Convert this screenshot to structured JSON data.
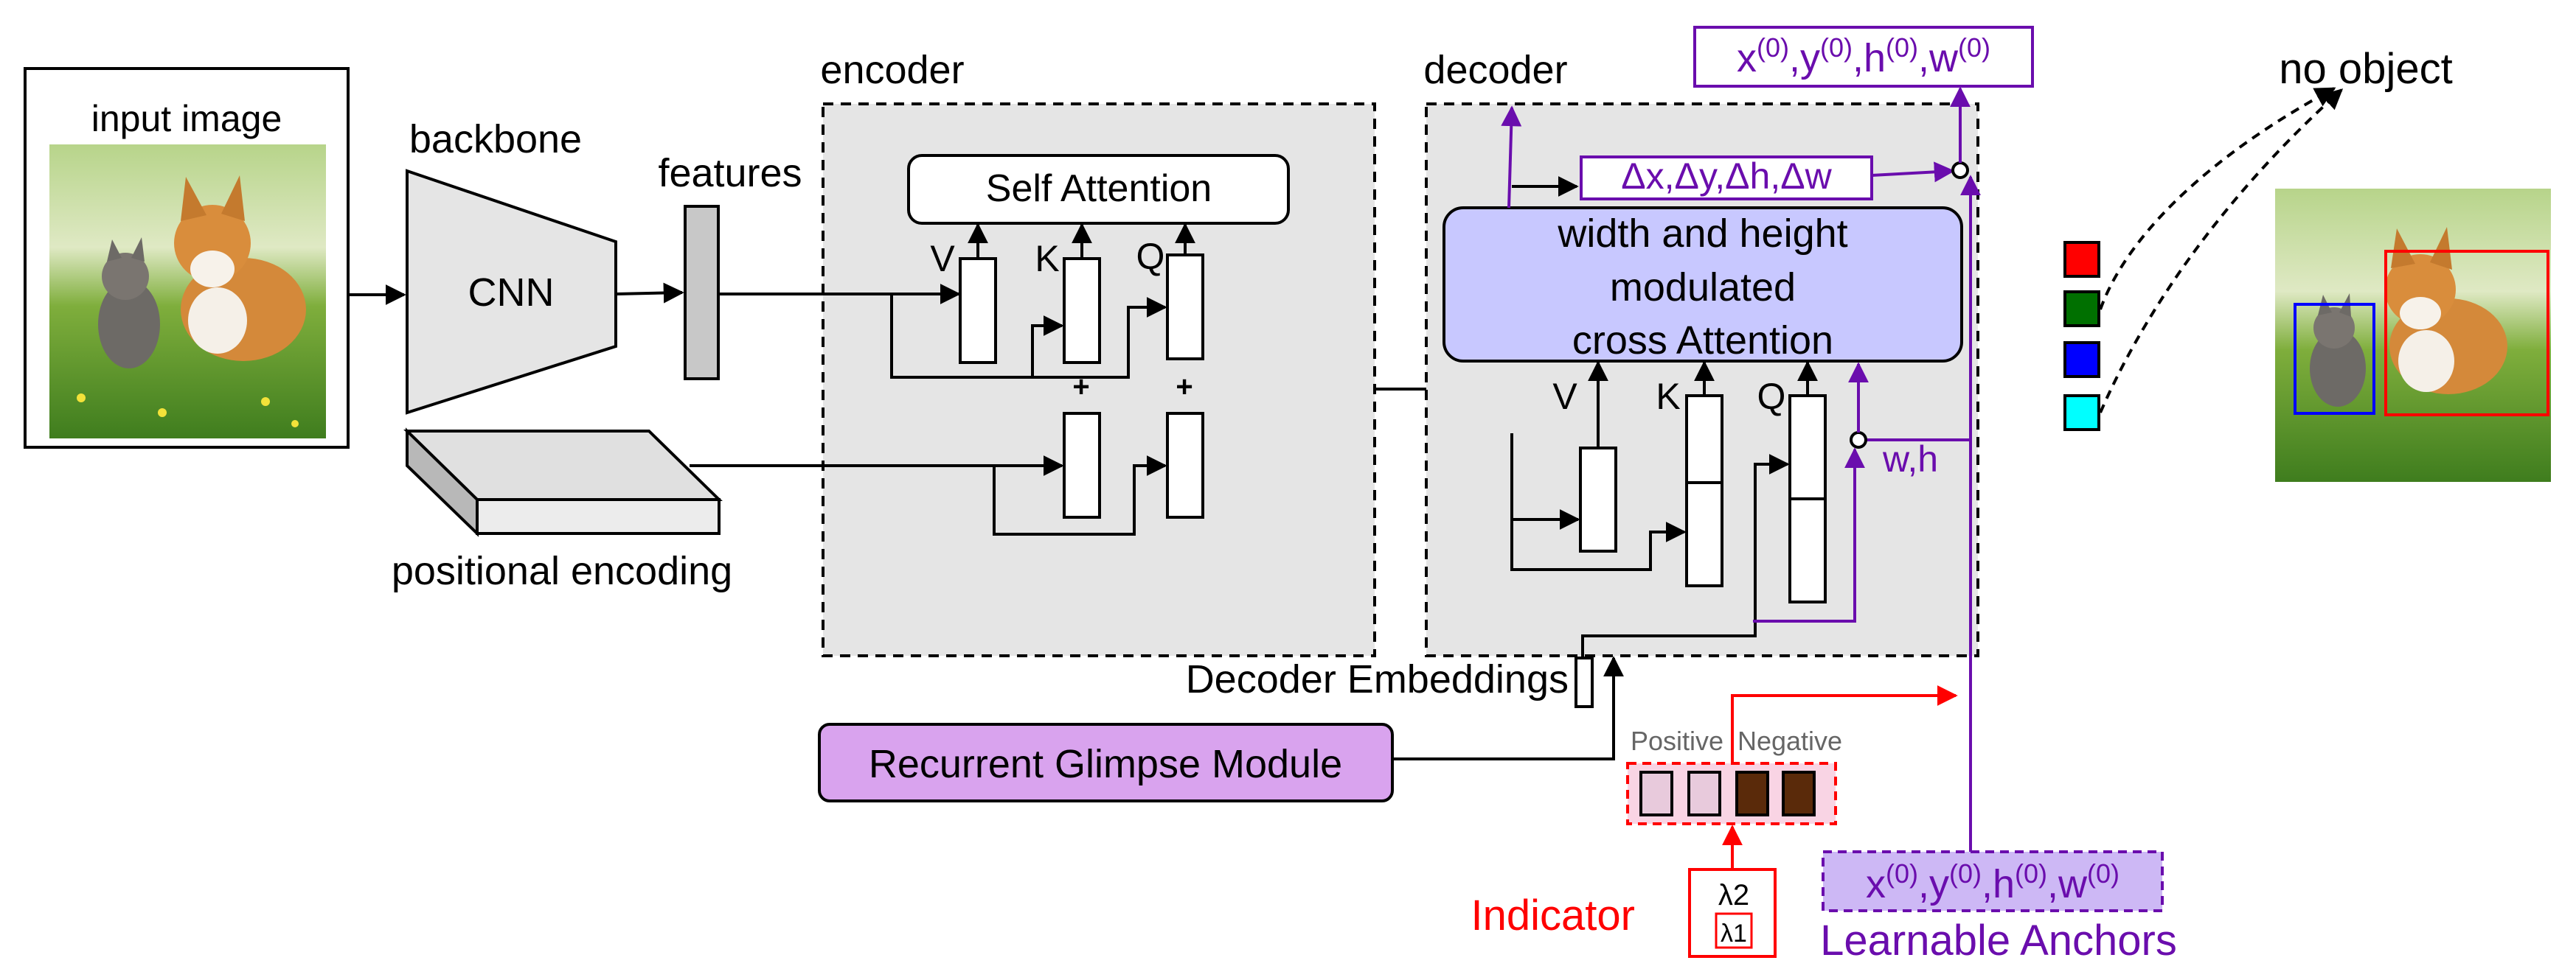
{
  "labels": {
    "input_image": "input image",
    "backbone": "backbone",
    "cnn": "CNN",
    "features": "features",
    "positional_encoding": "positional encoding",
    "encoder": "encoder",
    "decoder": "decoder",
    "self_attention": "Self Attention",
    "enc_v": "V",
    "enc_k": "K",
    "enc_q": "Q",
    "plus": "+",
    "cross_attn_line1": "width and height",
    "cross_attn_line2": "modulated",
    "cross_attn_line3": "cross Attention",
    "dec_v": "V",
    "dec_k": "K",
    "dec_q": "Q",
    "delta_box": "Δx,Δy,Δh,Δw",
    "wh": "w,h",
    "decoder_embeddings": "Decoder Embeddings",
    "recurrent_glimpse": "Recurrent Glimpse Module",
    "positive": "Positive",
    "negative": "Negative",
    "indicator": "Indicator",
    "lambda2": "λ2",
    "lambda1": "λ1",
    "learnable_anchors": "Learnable Anchors",
    "no_object": "no object",
    "anchor_top": {
      "x": "x",
      "y": "y",
      "h": "h",
      "w": "w",
      "sup": "(0)"
    },
    "anchor_bottom": {
      "x": "x",
      "y": "y",
      "h": "h",
      "w": "w",
      "sup": "(0)"
    }
  },
  "colors": {
    "purple": "#6a0dad",
    "red": "#ff0000",
    "gray_panel": "#e5e5e5",
    "cross_attn_fill": "#c8c8ff",
    "glimpse_fill": "#d9a3ee",
    "anchor_fill": "#cdb8f5",
    "query_colors": [
      "#ff0000",
      "#007000",
      "#0000ff",
      "#00ffff"
    ],
    "pos_fill": "#e8cadc",
    "neg_fill": "#5a2a0a"
  },
  "icons": [
    "cat-and-dog-photo",
    "detection-result-photo"
  ]
}
